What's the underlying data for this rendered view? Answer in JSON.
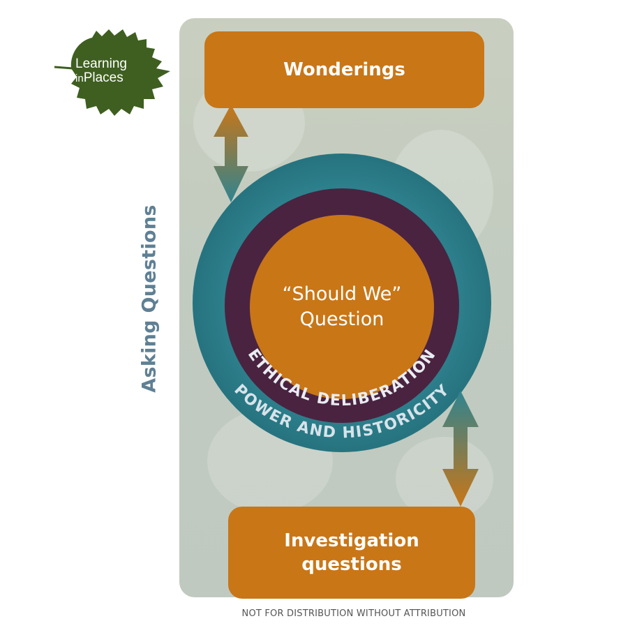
{
  "logo": {
    "line1": "Learning",
    "line2_small": "in",
    "line2": "Places"
  },
  "side_label": "Asking Questions",
  "boxes": {
    "top": "Wonderings",
    "center_line1": "“Should We”",
    "center_line2": "Question",
    "bottom_line1": "Investigation",
    "bottom_line2": "questions"
  },
  "rings": {
    "inner": "ETHICAL DELIBERATION",
    "outer": "POWER AND HISTORICITY"
  },
  "footer_note": "NOT FOR DISTRIBUTION WITHOUT ATTRIBUTION",
  "colors": {
    "orange": "#c97617",
    "teal": "#2f8490",
    "plum": "#4a2341",
    "panel": "#c6cdbf",
    "label_blue": "#5f8094",
    "leaf_green": "#3e5f20"
  }
}
